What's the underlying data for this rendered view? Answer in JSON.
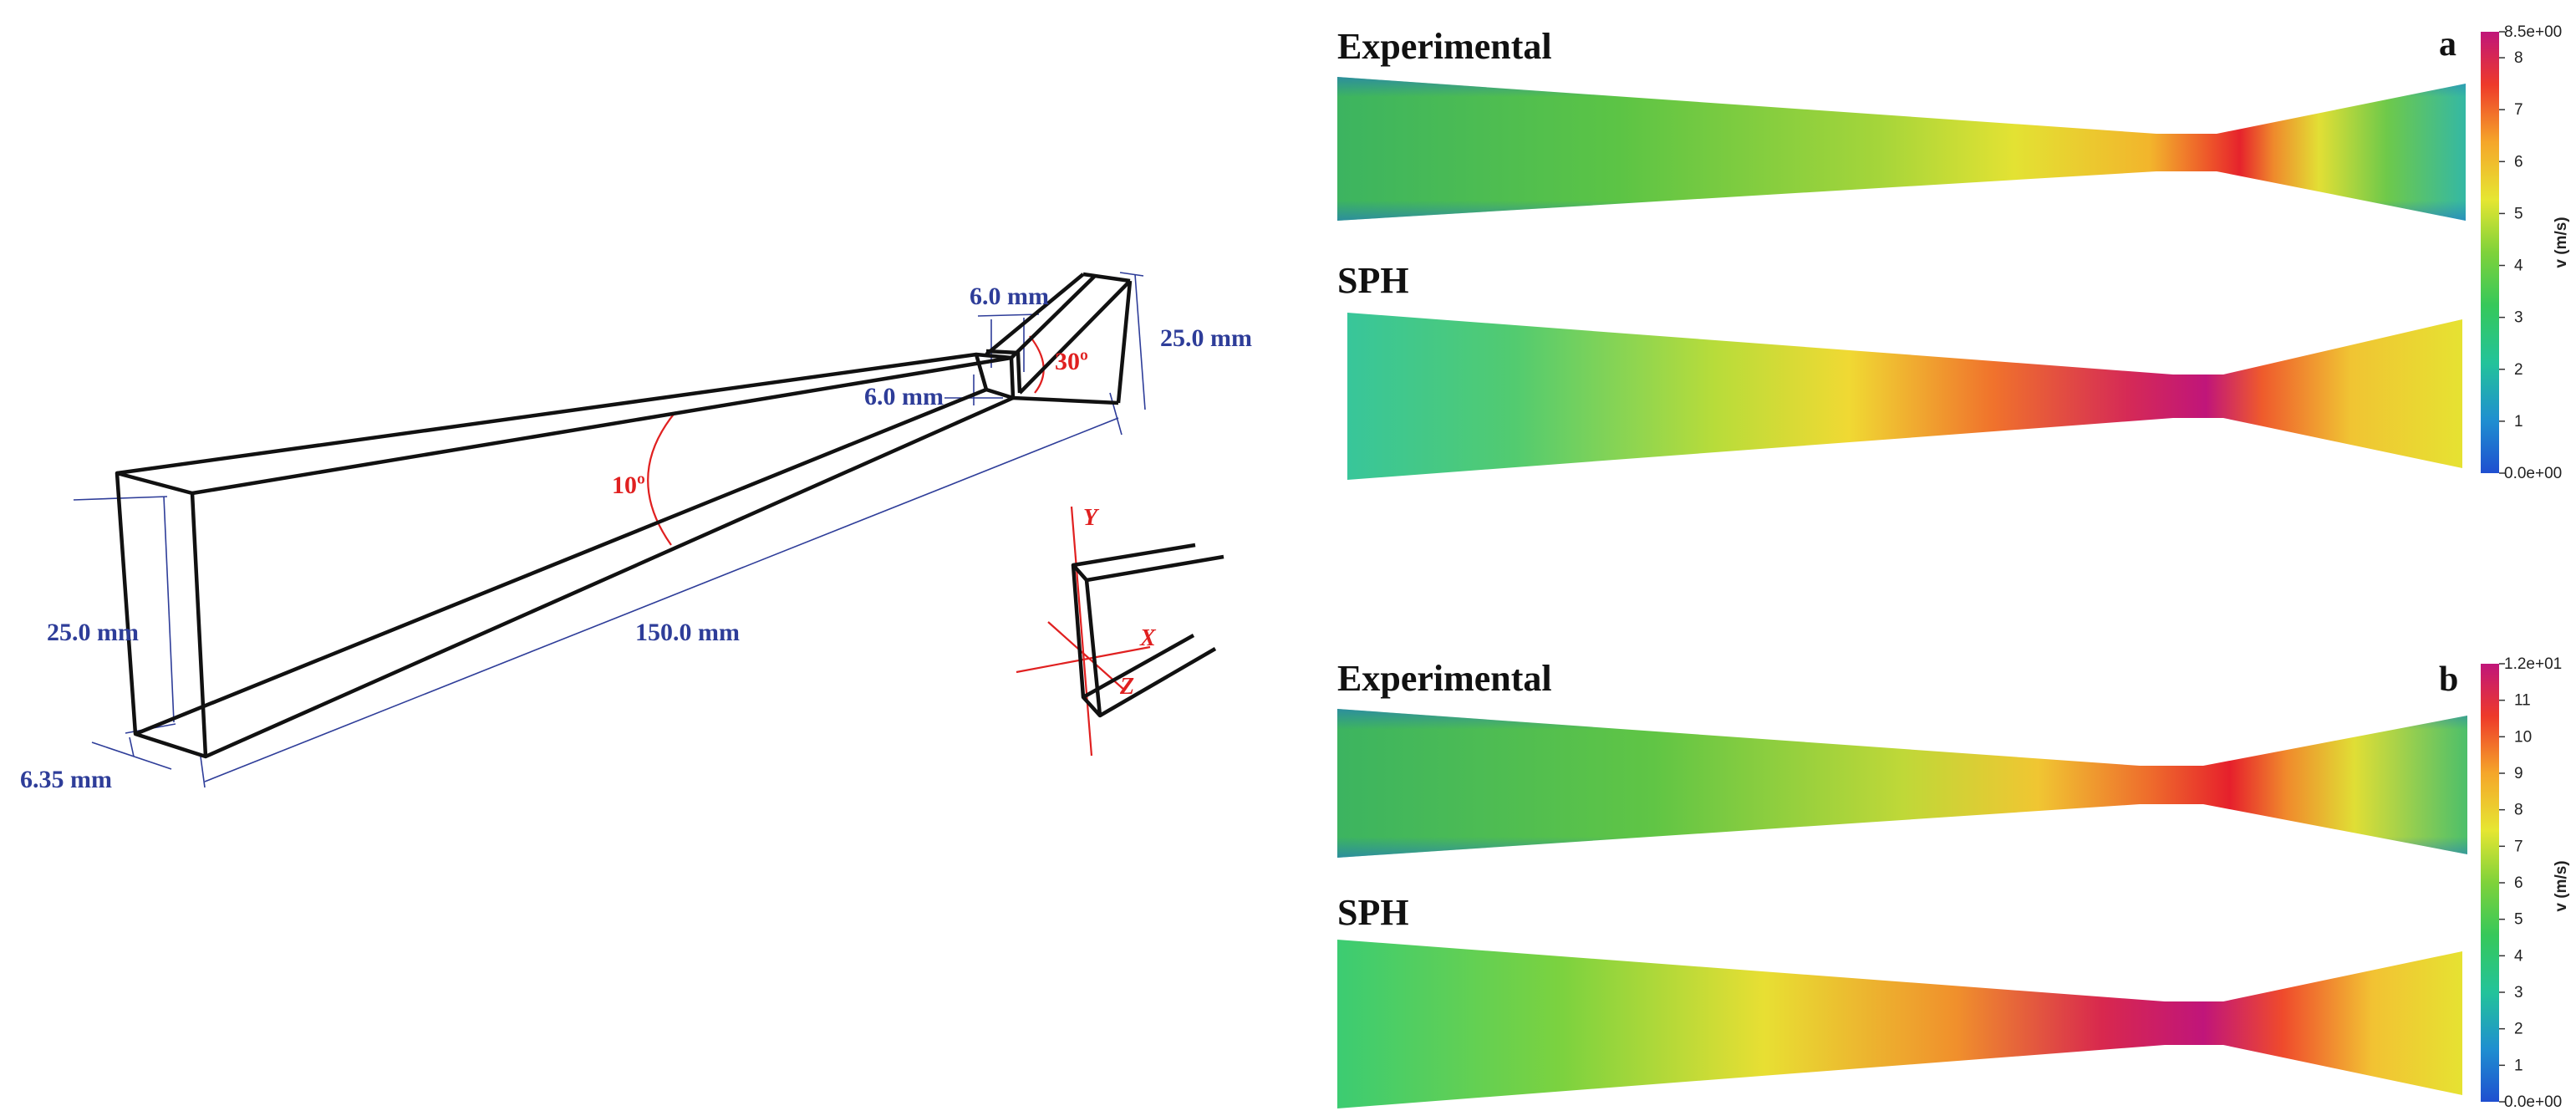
{
  "diagram": {
    "dimensions": {
      "length": "150.0 mm",
      "height_inlet": "25.0 mm",
      "depth": "6.35 mm",
      "throat_width": "6.0 mm",
      "throat_height": "6.0 mm",
      "height_outlet": "25.0 mm"
    },
    "angles": {
      "convergent": "10º",
      "divergent": "30º"
    },
    "axes": {
      "x": "X",
      "y": "Y",
      "z": "Z"
    }
  },
  "panels": [
    {
      "letter": "a",
      "top_title": "Experimental",
      "bottom_title": "SPH",
      "colorbar": {
        "label": "v (m/s)",
        "max_label": "8.5e+00",
        "min_label": "0.0e+00",
        "min": 0,
        "max": 8.5,
        "ticks": [
          "1",
          "2",
          "3",
          "4",
          "5",
          "6",
          "7",
          "8"
        ]
      }
    },
    {
      "letter": "b",
      "top_title": "Experimental",
      "bottom_title": "SPH",
      "colorbar": {
        "label": "v (m/s)",
        "max_label": "1.2e+01",
        "min_label": "0.0e+00",
        "min": 0,
        "max": 12,
        "ticks": [
          "1",
          "2",
          "3",
          "4",
          "5",
          "6",
          "7",
          "8",
          "9",
          "10",
          "11"
        ]
      }
    }
  ],
  "colors": {
    "dimension": "#2e3d99",
    "angle": "#e02020",
    "edges": "#111111",
    "colormap": [
      "#1f4fd0",
      "#1f8fd0",
      "#23c39a",
      "#36c85a",
      "#7fd23a",
      "#e6e632",
      "#f5a62a",
      "#ee3a2a",
      "#c0157a"
    ]
  }
}
